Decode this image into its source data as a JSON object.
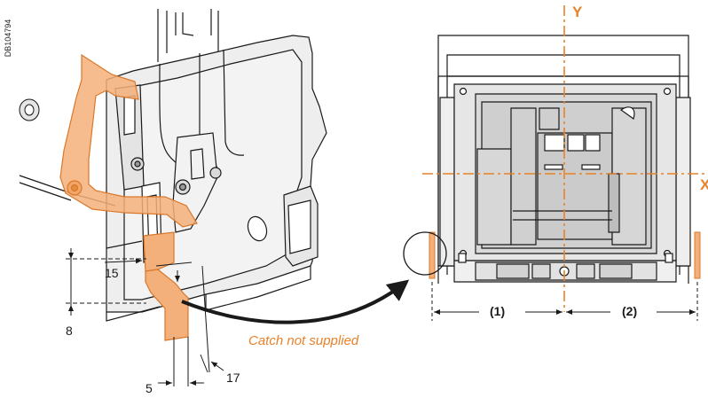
{
  "doc_id": "DB104794",
  "dimensions": {
    "d15": "15",
    "d8": "8",
    "d5": "5",
    "d17": "17"
  },
  "caption": "Catch not supplied",
  "axes": {
    "y": "Y",
    "x": "X"
  },
  "positions": {
    "left": "(1)",
    "right": "(2)"
  },
  "colors": {
    "accent": "#e8822a",
    "accent_fill": "#f4b07a",
    "line": "#1a1a1a",
    "panel": "#e8e8e8"
  }
}
